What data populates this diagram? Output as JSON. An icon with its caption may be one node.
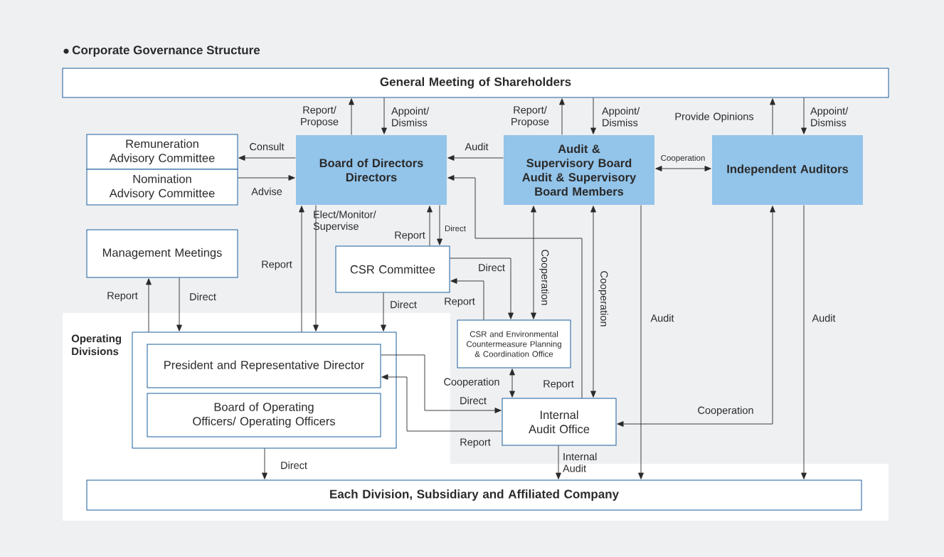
{
  "diagram": {
    "title": "Corporate Governance Structure",
    "nodes": [
      {
        "text": [
          "General Meeting of Shareholders"
        ]
      },
      {
        "text": [
          "Remuneration Advisory Committee"
        ]
      },
      {
        "text": [
          "Nomination Advisory Committee"
        ]
      },
      {
        "text": [
          "Board of Directors",
          "Directors"
        ]
      },
      {
        "text": [
          "Audit & Supervisory Board",
          "Audit & Supervisory Board Members"
        ]
      },
      {
        "text": [
          "Independent Auditors"
        ]
      },
      {
        "text": [
          "Management Meetings"
        ]
      },
      {
        "text": [
          "CSR Committee"
        ]
      },
      {
        "text": [
          "Operating Divisions"
        ]
      },
      {
        "text": [
          "President and Representative Director"
        ],
        "in": 8
      },
      {
        "text": [
          "Board of Operating Officers/ Operating Officers"
        ],
        "in": 8
      },
      {
        "text": [
          "CSR and Environmental Countermeasure Planning & Coordination Office"
        ]
      },
      {
        "text": [
          "Internal Audit Office"
        ]
      },
      {
        "text": [
          "Each Division, Subsidiary and Affiliated Company"
        ]
      }
    ],
    "edges": [
      {
        "from": 3,
        "to": 0,
        "arrow": "to",
        "label": "Report/ Propose"
      },
      {
        "from": 0,
        "to": 3,
        "arrow": "to",
        "label": "Appoint/ Dismiss"
      },
      {
        "from": 4,
        "to": 0,
        "arrow": "to",
        "label": "Report/ Propose"
      },
      {
        "from": 0,
        "to": 4,
        "arrow": "to",
        "label": "Appoint/ Dismiss"
      },
      {
        "from": 5,
        "to": 0,
        "arrow": "to",
        "label": "Provide Opinions"
      },
      {
        "from": 0,
        "to": 5,
        "arrow": "to",
        "label": "Appoint/ Dismiss"
      },
      {
        "from": 3,
        "to": 1,
        "arrow": "to",
        "label": "Consult"
      },
      {
        "from": 2,
        "to": 3,
        "arrow": "to",
        "label": "Advise"
      },
      {
        "from": 4,
        "to": 3,
        "arrow": "to",
        "label": "Audit"
      },
      {
        "from": 4,
        "to": 5,
        "arrow": "both",
        "label": "Cooperation"
      },
      {
        "from": 12,
        "to": 3,
        "arrow": "to",
        "label": "Report"
      },
      {
        "from": 3,
        "to": 8,
        "arrow": "to",
        "label": "Elect/Monitor/ Supervise"
      },
      {
        "from": 8,
        "to": 3,
        "arrow": "to",
        "label": "Report"
      },
      {
        "from": 7,
        "to": 3,
        "arrow": "to",
        "label": "Report"
      },
      {
        "from": 3,
        "to": 7,
        "arrow": "to",
        "label": "Direct"
      },
      {
        "from": 8,
        "to": 6,
        "arrow": "to",
        "label": "Report"
      },
      {
        "from": 6,
        "to": 8,
        "arrow": "to",
        "label": "Direct"
      },
      {
        "from": 7,
        "to": 8,
        "arrow": "to",
        "label": "Direct"
      },
      {
        "from": 7,
        "to": 11,
        "arrow": "to",
        "label": "Direct"
      },
      {
        "from": 11,
        "to": 7,
        "arrow": "to",
        "label": "Report"
      },
      {
        "from": 4,
        "to": 11,
        "arrow": "both",
        "label": "Cooperation"
      },
      {
        "from": 4,
        "to": 12,
        "arrow": "both",
        "label": "Cooperation"
      },
      {
        "from": 11,
        "to": 12,
        "arrow": "both",
        "label": "Cooperation"
      },
      {
        "from": 9,
        "to": 12,
        "arrow": "to",
        "label": "Direct"
      },
      {
        "from": 12,
        "to": 9,
        "arrow": "to",
        "label": "Report"
      },
      {
        "from": 5,
        "to": 12,
        "arrow": "both",
        "label": "Cooperation"
      },
      {
        "from": 4,
        "to": 13,
        "arrow": "to",
        "label": "Audit"
      },
      {
        "from": 5,
        "to": 13,
        "arrow": "to",
        "label": "Audit"
      },
      {
        "from": 12,
        "to": 13,
        "arrow": "to",
        "label": "Internal Audit"
      },
      {
        "from": 8,
        "to": 13,
        "arrow": "to",
        "label": "Direct"
      }
    ]
  }
}
